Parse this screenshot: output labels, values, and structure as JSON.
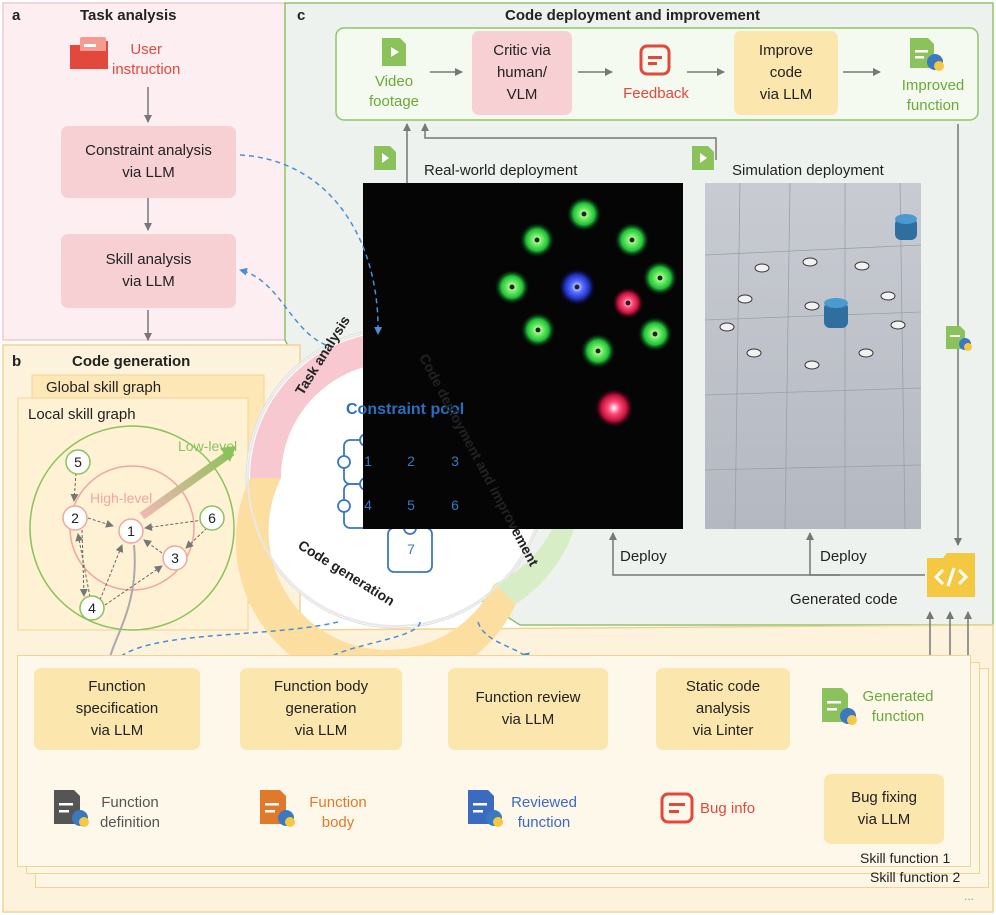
{
  "panel_a": {
    "letter": "a",
    "title": "Task analysis",
    "user_instruction": "User\ninstruction",
    "constraint_analysis": "Constraint analysis\nvia LLM",
    "skill_analysis": "Skill analysis\nvia LLM"
  },
  "panel_b": {
    "letter": "b",
    "title": "Code generation",
    "global_graph": "Global skill graph",
    "local_graph": "Local skill graph",
    "low_level": "Low-level",
    "high_level": "High-level",
    "nodes": [
      "1",
      "2",
      "3",
      "4",
      "5",
      "6"
    ]
  },
  "panel_c": {
    "letter": "c",
    "title": "Code deployment and improvement",
    "video_footage": "Video\nfootage",
    "critic": "Critic via\nhuman/\nVLM",
    "feedback": "Feedback",
    "improve_code": "Improve\ncode\nvia LLM",
    "improved_function": "Improved\nfunction",
    "real_world": "Real-world deployment",
    "simulation": "Simulation deployment",
    "deploy_left": "Deploy",
    "deploy_right": "Deploy",
    "generated_code": "Generated code"
  },
  "center": {
    "task_analysis": "Task analysis",
    "code_deployment": "Code deployment and improvement",
    "code_generation": "Code generation",
    "constraint_pool": "Constraint pool",
    "pieces": [
      "1",
      "2",
      "3",
      "4",
      "5",
      "6",
      "7"
    ]
  },
  "pipeline": {
    "function_spec": "Function\nspecification\nvia LLM",
    "function_body_gen": "Function body\ngeneration\nvia LLM",
    "function_review": "Function review\nvia LLM",
    "static_analysis": "Static code\nanalysis\nvia Linter",
    "function_definition": "Function\ndefinition",
    "function_body": "Function\nbody",
    "reviewed_function": "Reviewed\nfunction",
    "bug_info": "Bug info",
    "bug_fixing": "Bug fixing\nvia LLM",
    "generated_function": "Generated\nfunction",
    "skill_function_1": "Skill function 1",
    "skill_function_2": "Skill function 2",
    "ellipsis": "..."
  },
  "colors": {
    "pink_bg": "#fdeff1",
    "pink_box": "#f7d0d3",
    "yellow_bg": "#fdf3dc",
    "yellow_box": "#fbe6ae",
    "green_border": "#8fc46a",
    "green_text": "#6aaa3a",
    "red_text": "#e3483d",
    "orange_text": "#e07a2a",
    "blue_text": "#3a6bc0",
    "dashed_blue": "#4a8fd6",
    "grey_arrow": "#777777"
  }
}
